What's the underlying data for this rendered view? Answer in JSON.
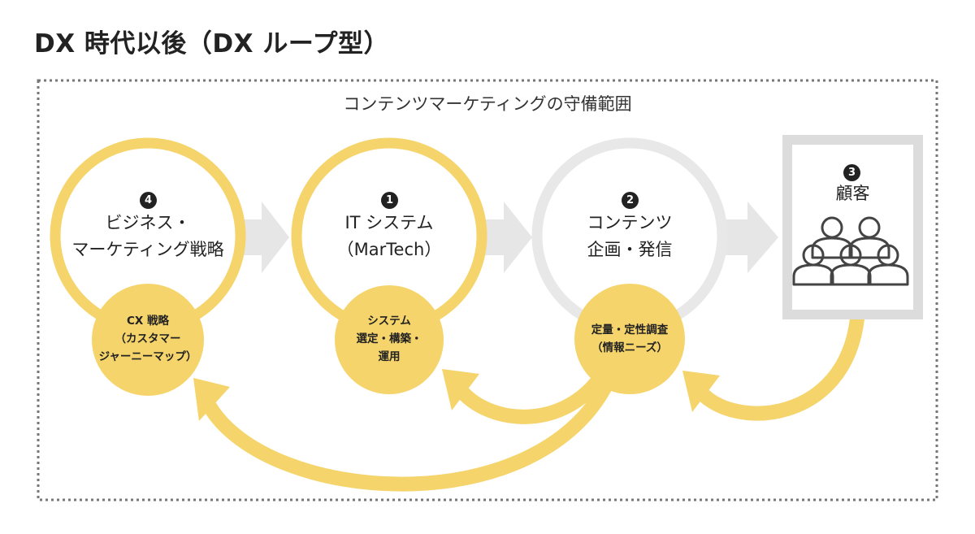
{
  "title": "DX 時代以後（DX ループ型）",
  "scope_label": "コンテンツマーケティングの守備範囲",
  "nodes": {
    "strategy": {
      "number": "4",
      "line1": "ビジネス・",
      "line2": "マーケティング戦略"
    },
    "it": {
      "number": "1",
      "line1": "IT システム",
      "line2": "（MarTech）"
    },
    "content": {
      "number": "2",
      "line1": "コンテンツ",
      "line2": "企画・発信"
    },
    "customer": {
      "number": "3",
      "label": "顧客"
    }
  },
  "sub_circles": {
    "cx": {
      "line1": "CX 戦略",
      "line2": "（カスタマー",
      "line3": "ジャーニーマップ）"
    },
    "system": {
      "line1": "システム",
      "line2": "選定・構築・",
      "line3": "運用"
    },
    "research": {
      "line1": "定量・定性調査",
      "line2": "（情報ニーズ）"
    }
  },
  "colors": {
    "accent_yellow": "#f5d46b",
    "gray_ring": "#e8e8e8",
    "arrow_gray": "#e6e6e6",
    "dotted_border": "#777777",
    "customer_frame": "#dcdcdc",
    "people_icon": "#444444"
  }
}
